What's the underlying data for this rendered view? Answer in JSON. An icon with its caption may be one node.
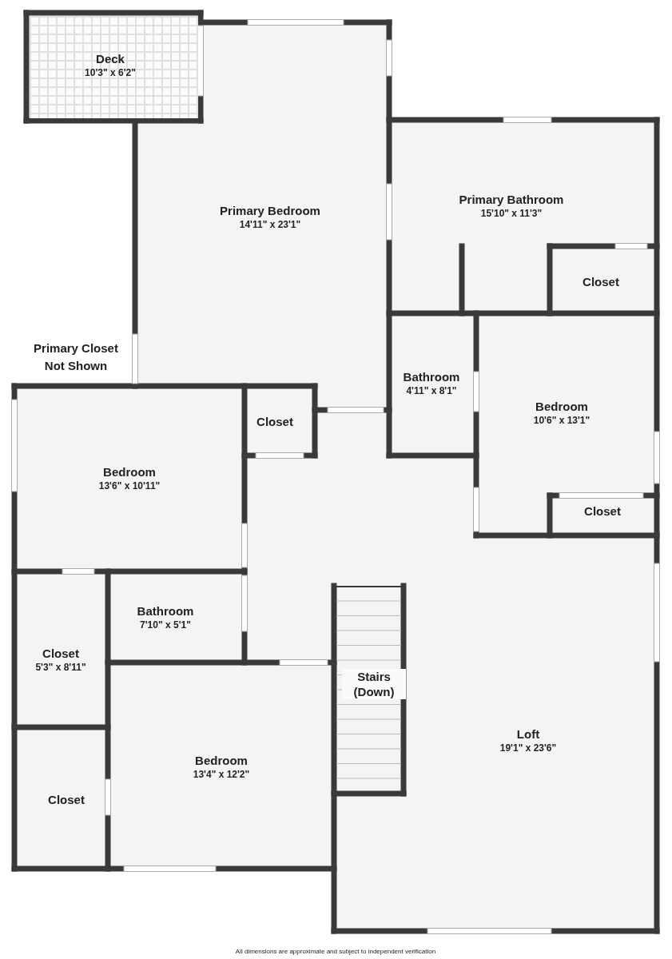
{
  "diagram": {
    "nodes": [
      {
        "text": [
          "Deck",
          "10'3\" x 6'2\""
        ]
      },
      {
        "text": [
          "Primary Bedroom",
          "14'11\" x 23'1\""
        ]
      },
      {
        "text": [
          "Primary Bathroom",
          "15'10\" x 11'3\""
        ]
      },
      {
        "text": [
          "Closet"
        ],
        "in": 2
      },
      {
        "text": [
          "Bathroom",
          "4'11\" x 8'1\""
        ]
      },
      {
        "text": [
          "Bedroom",
          "10'6\" x 13'1\""
        ]
      },
      {
        "text": [
          "Closet"
        ],
        "in": 5
      },
      {
        "text": [
          "Closet"
        ]
      },
      {
        "text": [
          "Bedroom",
          "13'6\" x 10'11\""
        ]
      },
      {
        "text": [
          "Bathroom",
          "7'10\" x 5'1\""
        ]
      },
      {
        "text": [
          "Closet",
          "5'3\" x 8'11\""
        ]
      },
      {
        "text": [
          "Stairs (Down)"
        ]
      },
      {
        "text": [
          "Loft",
          "19'1\" x 23'6\""
        ]
      },
      {
        "text": [
          "Bedroom",
          "13'4\" x 12'2\""
        ]
      },
      {
        "text": [
          "Closet"
        ]
      }
    ],
    "labels": [
      "Primary Closet Not Shown",
      "All dimensions are approximate and subject to independent verification"
    ]
  }
}
